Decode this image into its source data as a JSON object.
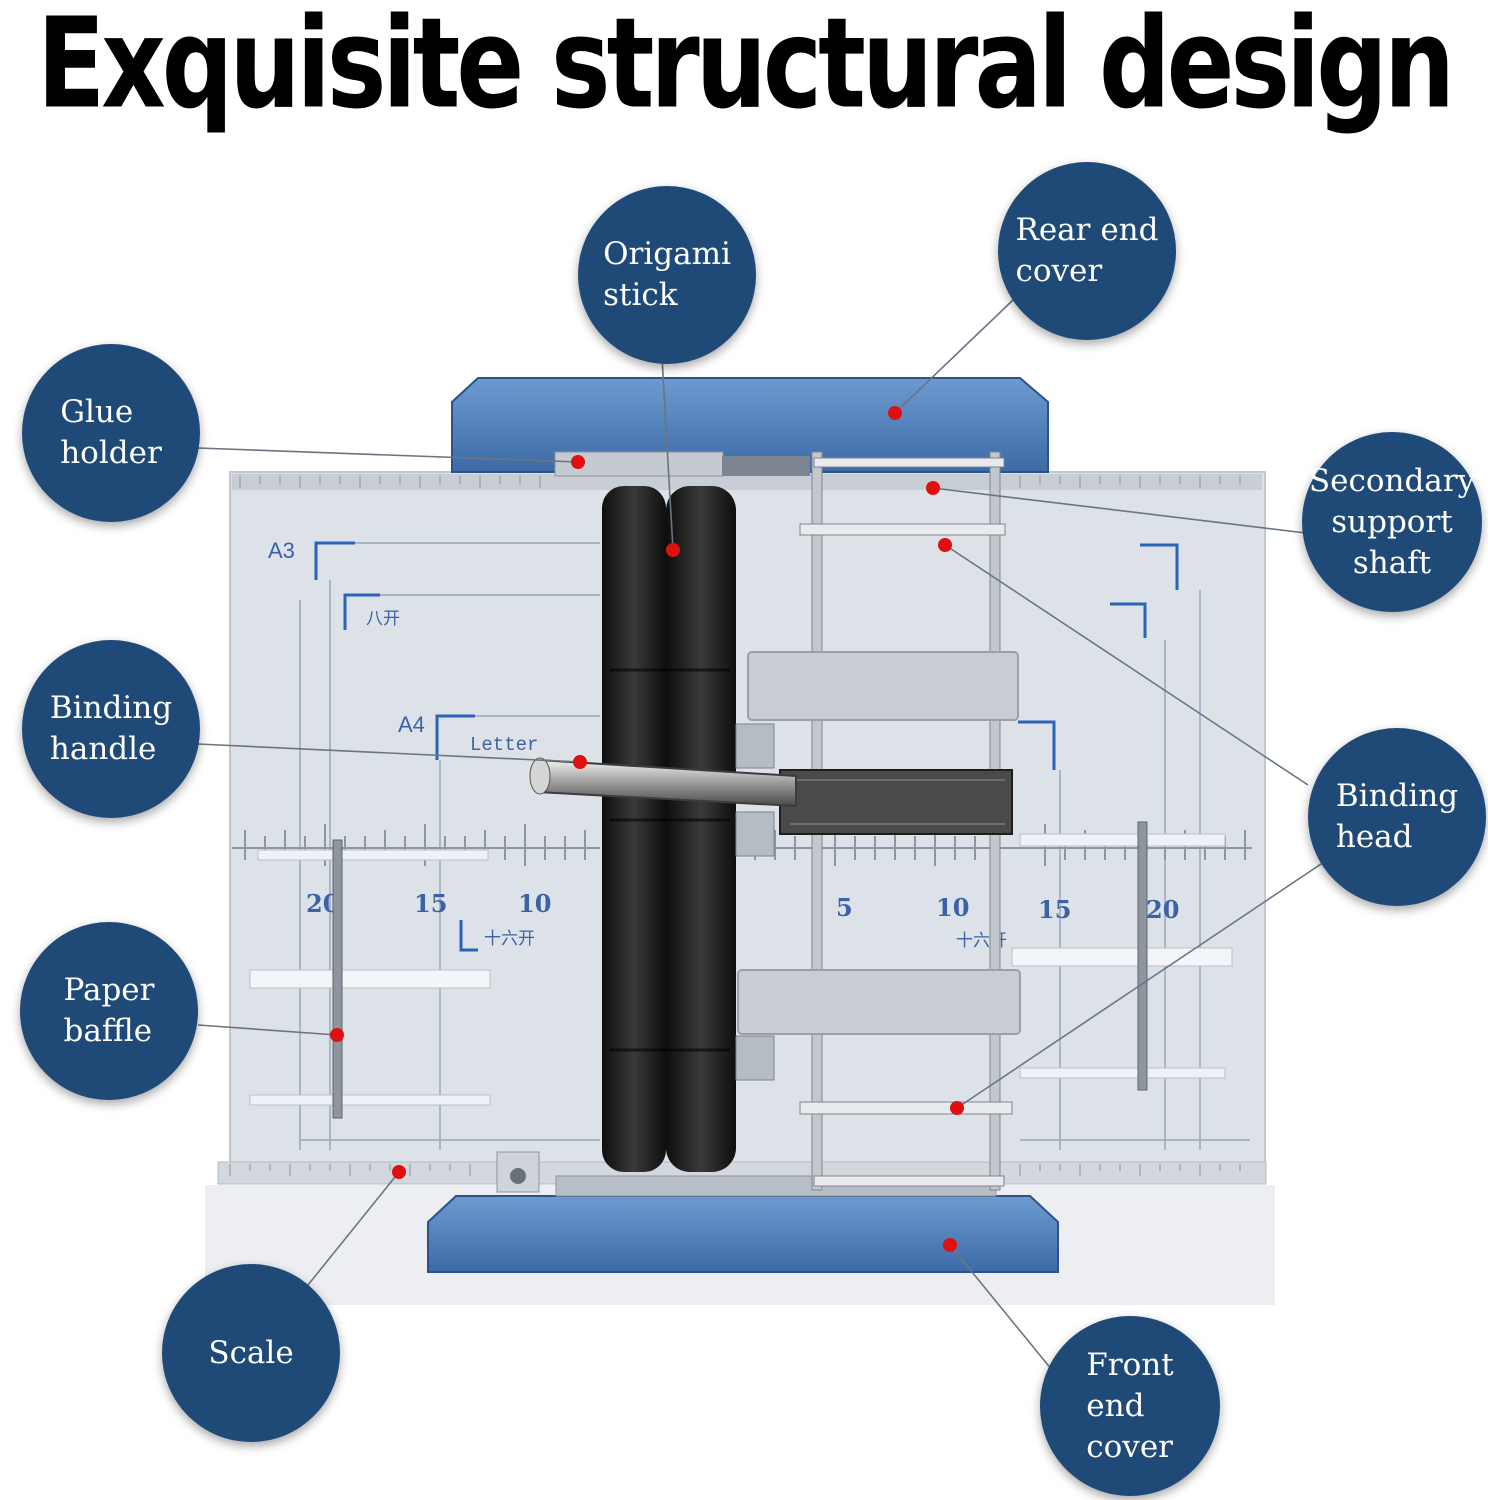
{
  "headline": "Exquisite structural design",
  "colors": {
    "callout_fill": "#1f4a78",
    "callout_text": "#ffffff",
    "marker": "#e01010",
    "machine_cover": "#4f80b8",
    "board": "#dfe4ea",
    "roller": "#1c1c1c"
  },
  "board_marks": {
    "sizes": [
      "A3",
      "八开",
      "A4",
      "Letter",
      "十六开",
      "十六开"
    ],
    "ticks": [
      "20",
      "15",
      "10",
      "5",
      "10",
      "15",
      "20"
    ]
  },
  "callouts": [
    {
      "id": "origami-stick",
      "text": "Origami\nstick"
    },
    {
      "id": "rear-end-cover",
      "text": "Rear end\ncover"
    },
    {
      "id": "glue-holder",
      "text": "Glue\nholder"
    },
    {
      "id": "secondary-support-shaft",
      "text": "Secondary\nsupport\nshaft"
    },
    {
      "id": "binding-handle",
      "text": "Binding\nhandle"
    },
    {
      "id": "binding-head",
      "text": "Binding\nhead"
    },
    {
      "id": "paper-baffle",
      "text": "Paper\nbaffle"
    },
    {
      "id": "scale",
      "text": "Scale"
    },
    {
      "id": "front-end-cover",
      "text": "Front\nend\ncover"
    }
  ]
}
